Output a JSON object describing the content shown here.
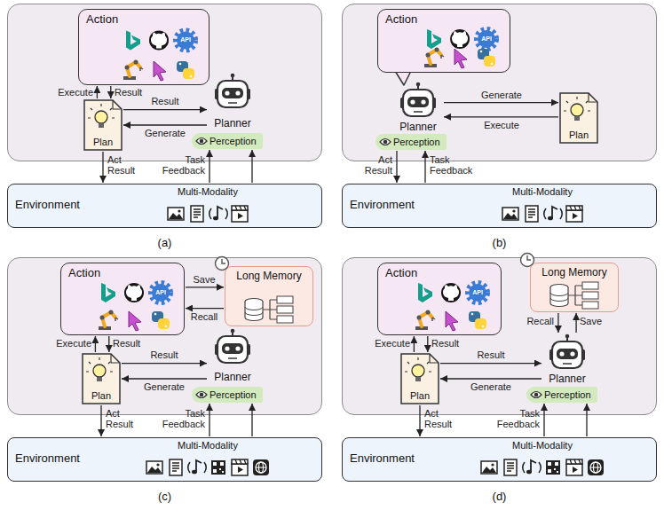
{
  "diagram": {
    "nodes": [
      {
        "text": [
          "Action"
        ]
      },
      {
        "text": [
          "Plan"
        ]
      },
      {
        "text": [
          "Planner"
        ]
      },
      {
        "text": [
          "Perception"
        ]
      },
      {
        "text": [
          "Environment",
          "Multi-Modality"
        ]
      },
      {
        "text": [
          "Action"
        ]
      },
      {
        "text": [
          "Planner"
        ]
      },
      {
        "text": [
          "Perception"
        ]
      },
      {
        "text": [
          "Plan"
        ]
      },
      {
        "text": [
          "Environment",
          "Multi-Modality"
        ]
      },
      {
        "text": [
          "Action"
        ]
      },
      {
        "text": [
          "Long Memory"
        ]
      },
      {
        "text": [
          "Plan"
        ]
      },
      {
        "text": [
          "Planner"
        ]
      },
      {
        "text": [
          "Perception"
        ]
      },
      {
        "text": [
          "Environment",
          "Multi-Modality"
        ]
      },
      {
        "text": [
          "Action"
        ]
      },
      {
        "text": [
          "Long Memory"
        ]
      },
      {
        "text": [
          "Plan"
        ]
      },
      {
        "text": [
          "Planner"
        ]
      },
      {
        "text": [
          "Perception"
        ]
      },
      {
        "text": [
          "Environment",
          "Multi-Modality"
        ]
      }
    ],
    "edges": [
      {
        "from": 1,
        "to": 0,
        "label": "Execute",
        "arrow": "to"
      },
      {
        "from": 0,
        "to": 1,
        "label": "Result",
        "arrow": "to"
      },
      {
        "from": 1,
        "to": 2,
        "label": "Result",
        "arrow": "to"
      },
      {
        "from": 2,
        "to": 1,
        "label": "Generate",
        "arrow": "to"
      },
      {
        "from": 1,
        "to": 4,
        "label": "Act Result",
        "arrow": "to"
      },
      {
        "from": 4,
        "to": 3,
        "label": "Task Feedback",
        "arrow": "to"
      },
      {
        "from": 4,
        "to": 3,
        "arrow": "to"
      },
      {
        "from": 6,
        "to": 8,
        "label": "Generate",
        "arrow": "to"
      },
      {
        "from": 8,
        "to": 6,
        "label": "Execute",
        "arrow": "to"
      },
      {
        "from": 7,
        "to": 9,
        "label": "Act Result",
        "arrow": "to"
      },
      {
        "from": 9,
        "to": 7,
        "label": "Task Feedback",
        "arrow": "to"
      },
      {
        "from": 10,
        "to": 11,
        "label": "Save",
        "arrow": "to"
      },
      {
        "from": 11,
        "to": 10,
        "label": "Recall",
        "arrow": "to"
      },
      {
        "from": 12,
        "to": 10,
        "label": "Execute",
        "arrow": "to"
      },
      {
        "from": 10,
        "to": 12,
        "label": "Result",
        "arrow": "to"
      },
      {
        "from": 12,
        "to": 13,
        "label": "Result",
        "arrow": "to"
      },
      {
        "from": 13,
        "to": 12,
        "label": "Generate",
        "arrow": "to"
      },
      {
        "from": 12,
        "to": 15,
        "label": "Act Result",
        "arrow": "to"
      },
      {
        "from": 15,
        "to": 14,
        "label": "Task Feedback",
        "arrow": "to"
      },
      {
        "from": 15,
        "to": 14,
        "arrow": "to"
      },
      {
        "from": 17,
        "to": 19,
        "label": "Recall",
        "arrow": "to"
      },
      {
        "from": 19,
        "to": 17,
        "label": "Save",
        "arrow": "to"
      },
      {
        "from": 18,
        "to": 16,
        "label": "Execute",
        "arrow": "to"
      },
      {
        "from": 16,
        "to": 18,
        "label": "Result",
        "arrow": "to"
      },
      {
        "from": 18,
        "to": 19,
        "label": "Result",
        "arrow": "to"
      },
      {
        "from": 19,
        "to": 18,
        "label": "Generate",
        "arrow": "to"
      },
      {
        "from": 18,
        "to": 21,
        "label": "Act Result",
        "arrow": "to"
      },
      {
        "from": 21,
        "to": 20,
        "label": "Task Feedback",
        "arrow": "to"
      },
      {
        "from": 21,
        "to": 20,
        "arrow": "to"
      }
    ],
    "labels": [
      "API",
      "API",
      "API",
      "API",
      "(a)",
      "(b)",
      "(c)",
      "(d)"
    ]
  }
}
